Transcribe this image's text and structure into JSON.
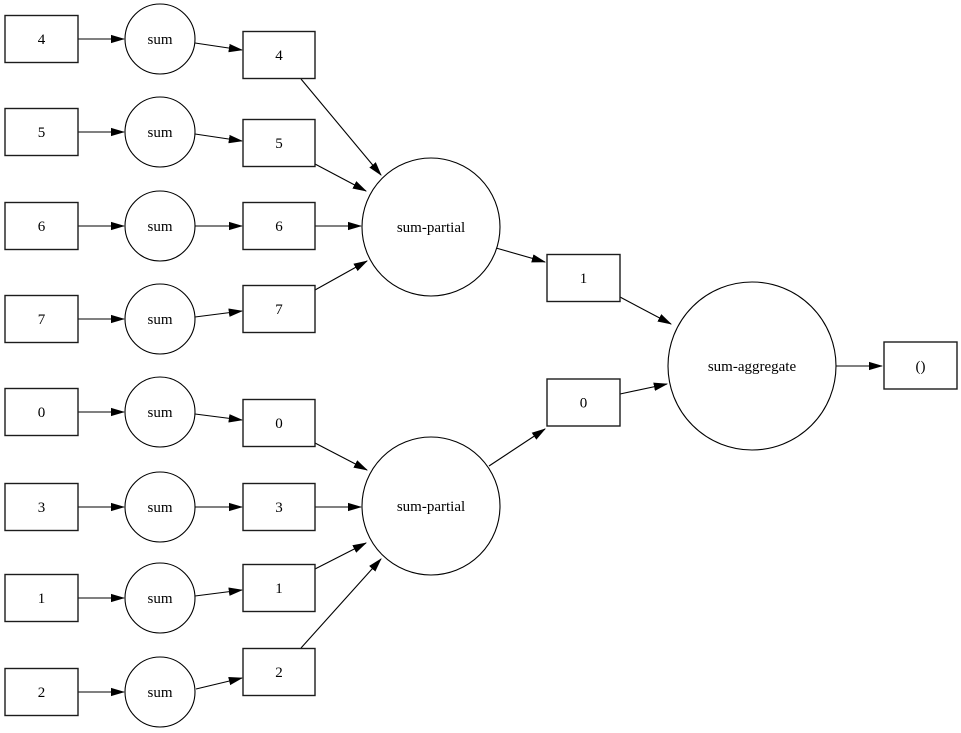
{
  "diagram": {
    "background_color": "#ffffff",
    "stroke_color": "#000000",
    "rows": [
      {
        "input": "4",
        "op": "sum",
        "value": "4"
      },
      {
        "input": "5",
        "op": "sum",
        "value": "5"
      },
      {
        "input": "6",
        "op": "sum",
        "value": "6"
      },
      {
        "input": "7",
        "op": "sum",
        "value": "7"
      },
      {
        "input": "0",
        "op": "sum",
        "value": "0"
      },
      {
        "input": "3",
        "op": "sum",
        "value": "3"
      },
      {
        "input": "1",
        "op": "sum",
        "value": "1"
      },
      {
        "input": "2",
        "op": "sum",
        "value": "2"
      }
    ],
    "partials": [
      {
        "label": "sum-partial",
        "output": "1"
      },
      {
        "label": "sum-partial",
        "output": "0"
      }
    ],
    "aggregate": {
      "label": "sum-aggregate",
      "output": "()"
    }
  }
}
